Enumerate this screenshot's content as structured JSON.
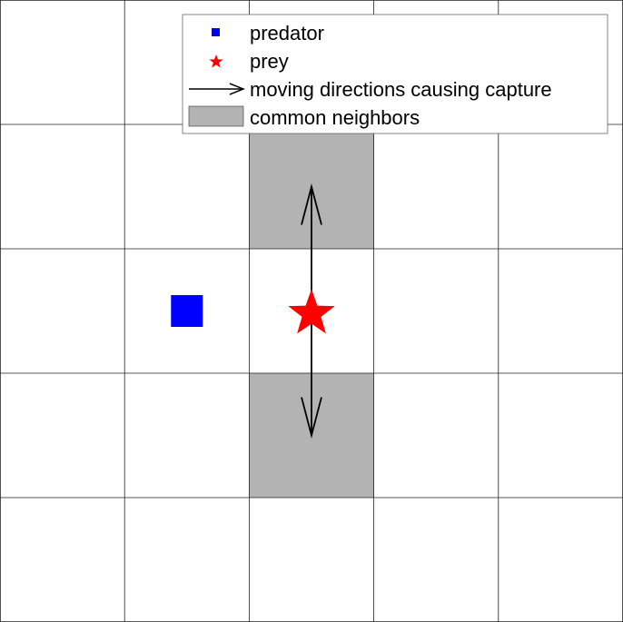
{
  "grid": {
    "rows": 5,
    "cols": 5
  },
  "colors": {
    "predator": "#0000ff",
    "prey": "#ff0000",
    "common_neighbor_fill": "#b3b3b3",
    "arrow": "#000000",
    "grid_line": "#222222"
  },
  "cells": {
    "predator": {
      "row": 2,
      "col": 1
    },
    "prey": {
      "row": 2,
      "col": 2
    },
    "common_neighbors": [
      {
        "row": 1,
        "col": 2
      },
      {
        "row": 3,
        "col": 2
      }
    ]
  },
  "arrows": [
    {
      "from": {
        "row": 2,
        "col": 2
      },
      "direction": "up"
    },
    {
      "from": {
        "row": 2,
        "col": 2
      },
      "direction": "down"
    }
  ],
  "legend": {
    "items": [
      {
        "symbol": "square-marker",
        "label": "predator"
      },
      {
        "symbol": "star-marker",
        "label": "prey"
      },
      {
        "symbol": "arrow",
        "label": "moving directions causing capture"
      },
      {
        "symbol": "gray-patch",
        "label": "common neighbors"
      }
    ]
  }
}
